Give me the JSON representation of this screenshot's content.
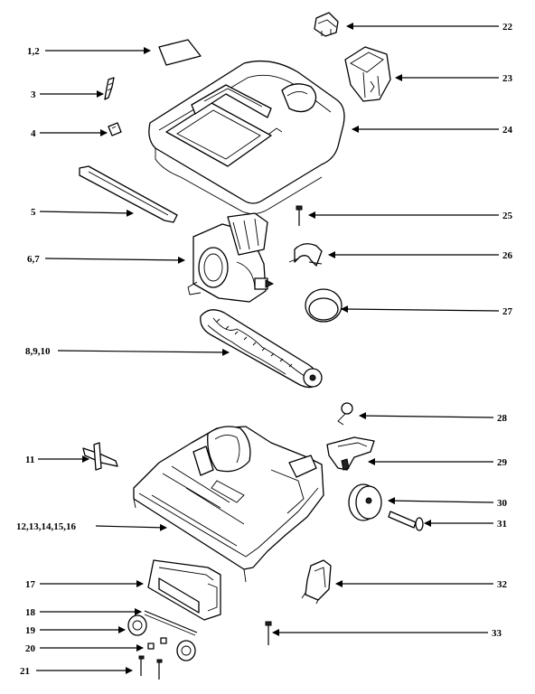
{
  "diagram": {
    "callouts": [
      {
        "id": "c-1-2",
        "label": "1,2"
      },
      {
        "id": "c-3",
        "label": "3"
      },
      {
        "id": "c-4",
        "label": "4"
      },
      {
        "id": "c-5",
        "label": "5"
      },
      {
        "id": "c-6-7",
        "label": "6,7"
      },
      {
        "id": "c-8-9-10",
        "label": "8,9,10"
      },
      {
        "id": "c-11",
        "label": "11"
      },
      {
        "id": "c-12-16",
        "label": "12,13,14,15,16"
      },
      {
        "id": "c-17",
        "label": "17"
      },
      {
        "id": "c-18",
        "label": "18"
      },
      {
        "id": "c-19",
        "label": "19"
      },
      {
        "id": "c-20",
        "label": "20"
      },
      {
        "id": "c-21",
        "label": "21"
      },
      {
        "id": "c-22",
        "label": "22"
      },
      {
        "id": "c-23",
        "label": "23"
      },
      {
        "id": "c-24",
        "label": "24"
      },
      {
        "id": "c-25",
        "label": "25"
      },
      {
        "id": "c-26",
        "label": "26"
      },
      {
        "id": "c-27",
        "label": "27"
      },
      {
        "id": "c-28",
        "label": "28"
      },
      {
        "id": "c-29",
        "label": "29"
      },
      {
        "id": "c-30",
        "label": "30"
      },
      {
        "id": "c-31",
        "label": "31"
      },
      {
        "id": "c-32",
        "label": "32"
      },
      {
        "id": "c-33",
        "label": "33"
      }
    ]
  }
}
